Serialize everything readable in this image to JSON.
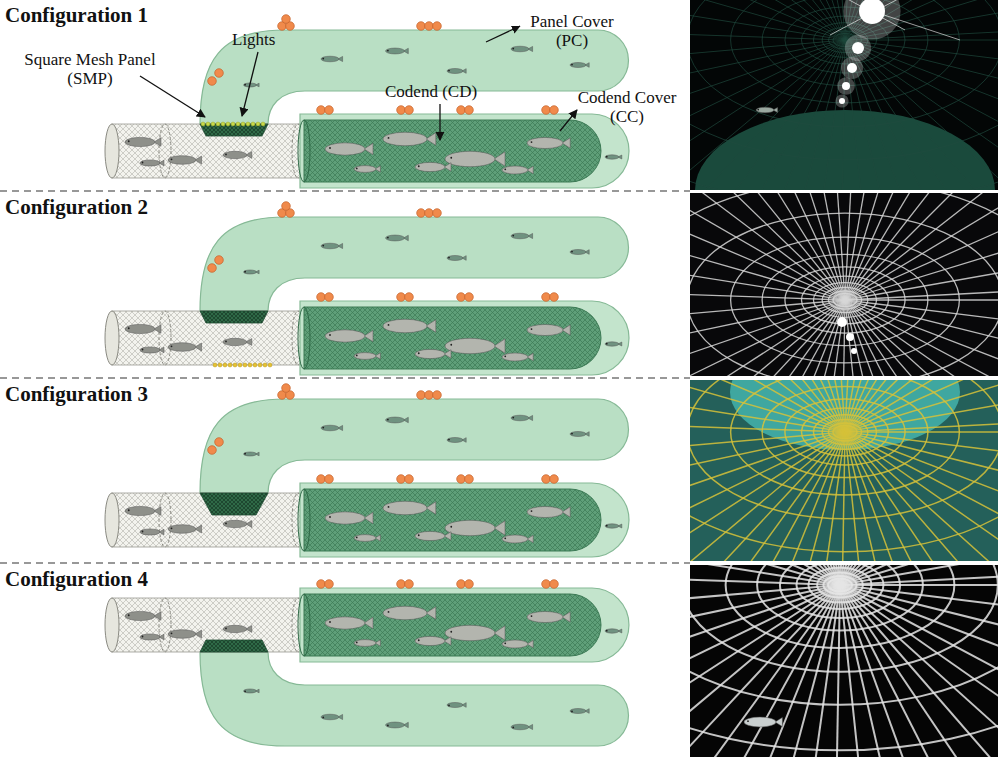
{
  "diagram": {
    "labels": [
      "Configuration 1",
      "Lights",
      "Square Mesh Panel (SMP)",
      "Panel Cover (PC)",
      "Codend (CD)",
      "Codend Cover (CC)",
      "Configuration 2",
      "Configuration 3",
      "Configuration 4"
    ]
  }
}
